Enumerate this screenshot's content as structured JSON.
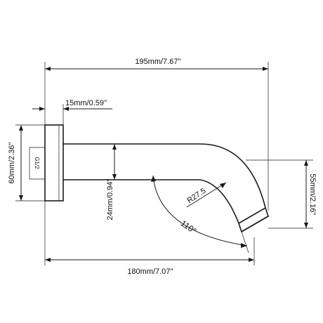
{
  "dimensions": {
    "overall_length": "195mm/7.67''",
    "flange_thickness": "15mm/0.59''",
    "flange_height": "60mm/2.36''",
    "thread": "G1/2",
    "pipe_diameter": "24mm/0.94''",
    "bend_radius": "R27.5",
    "bend_angle": "110°",
    "outlet_drop": "55mm/2.16''",
    "projection": "180mm/7.07''"
  }
}
